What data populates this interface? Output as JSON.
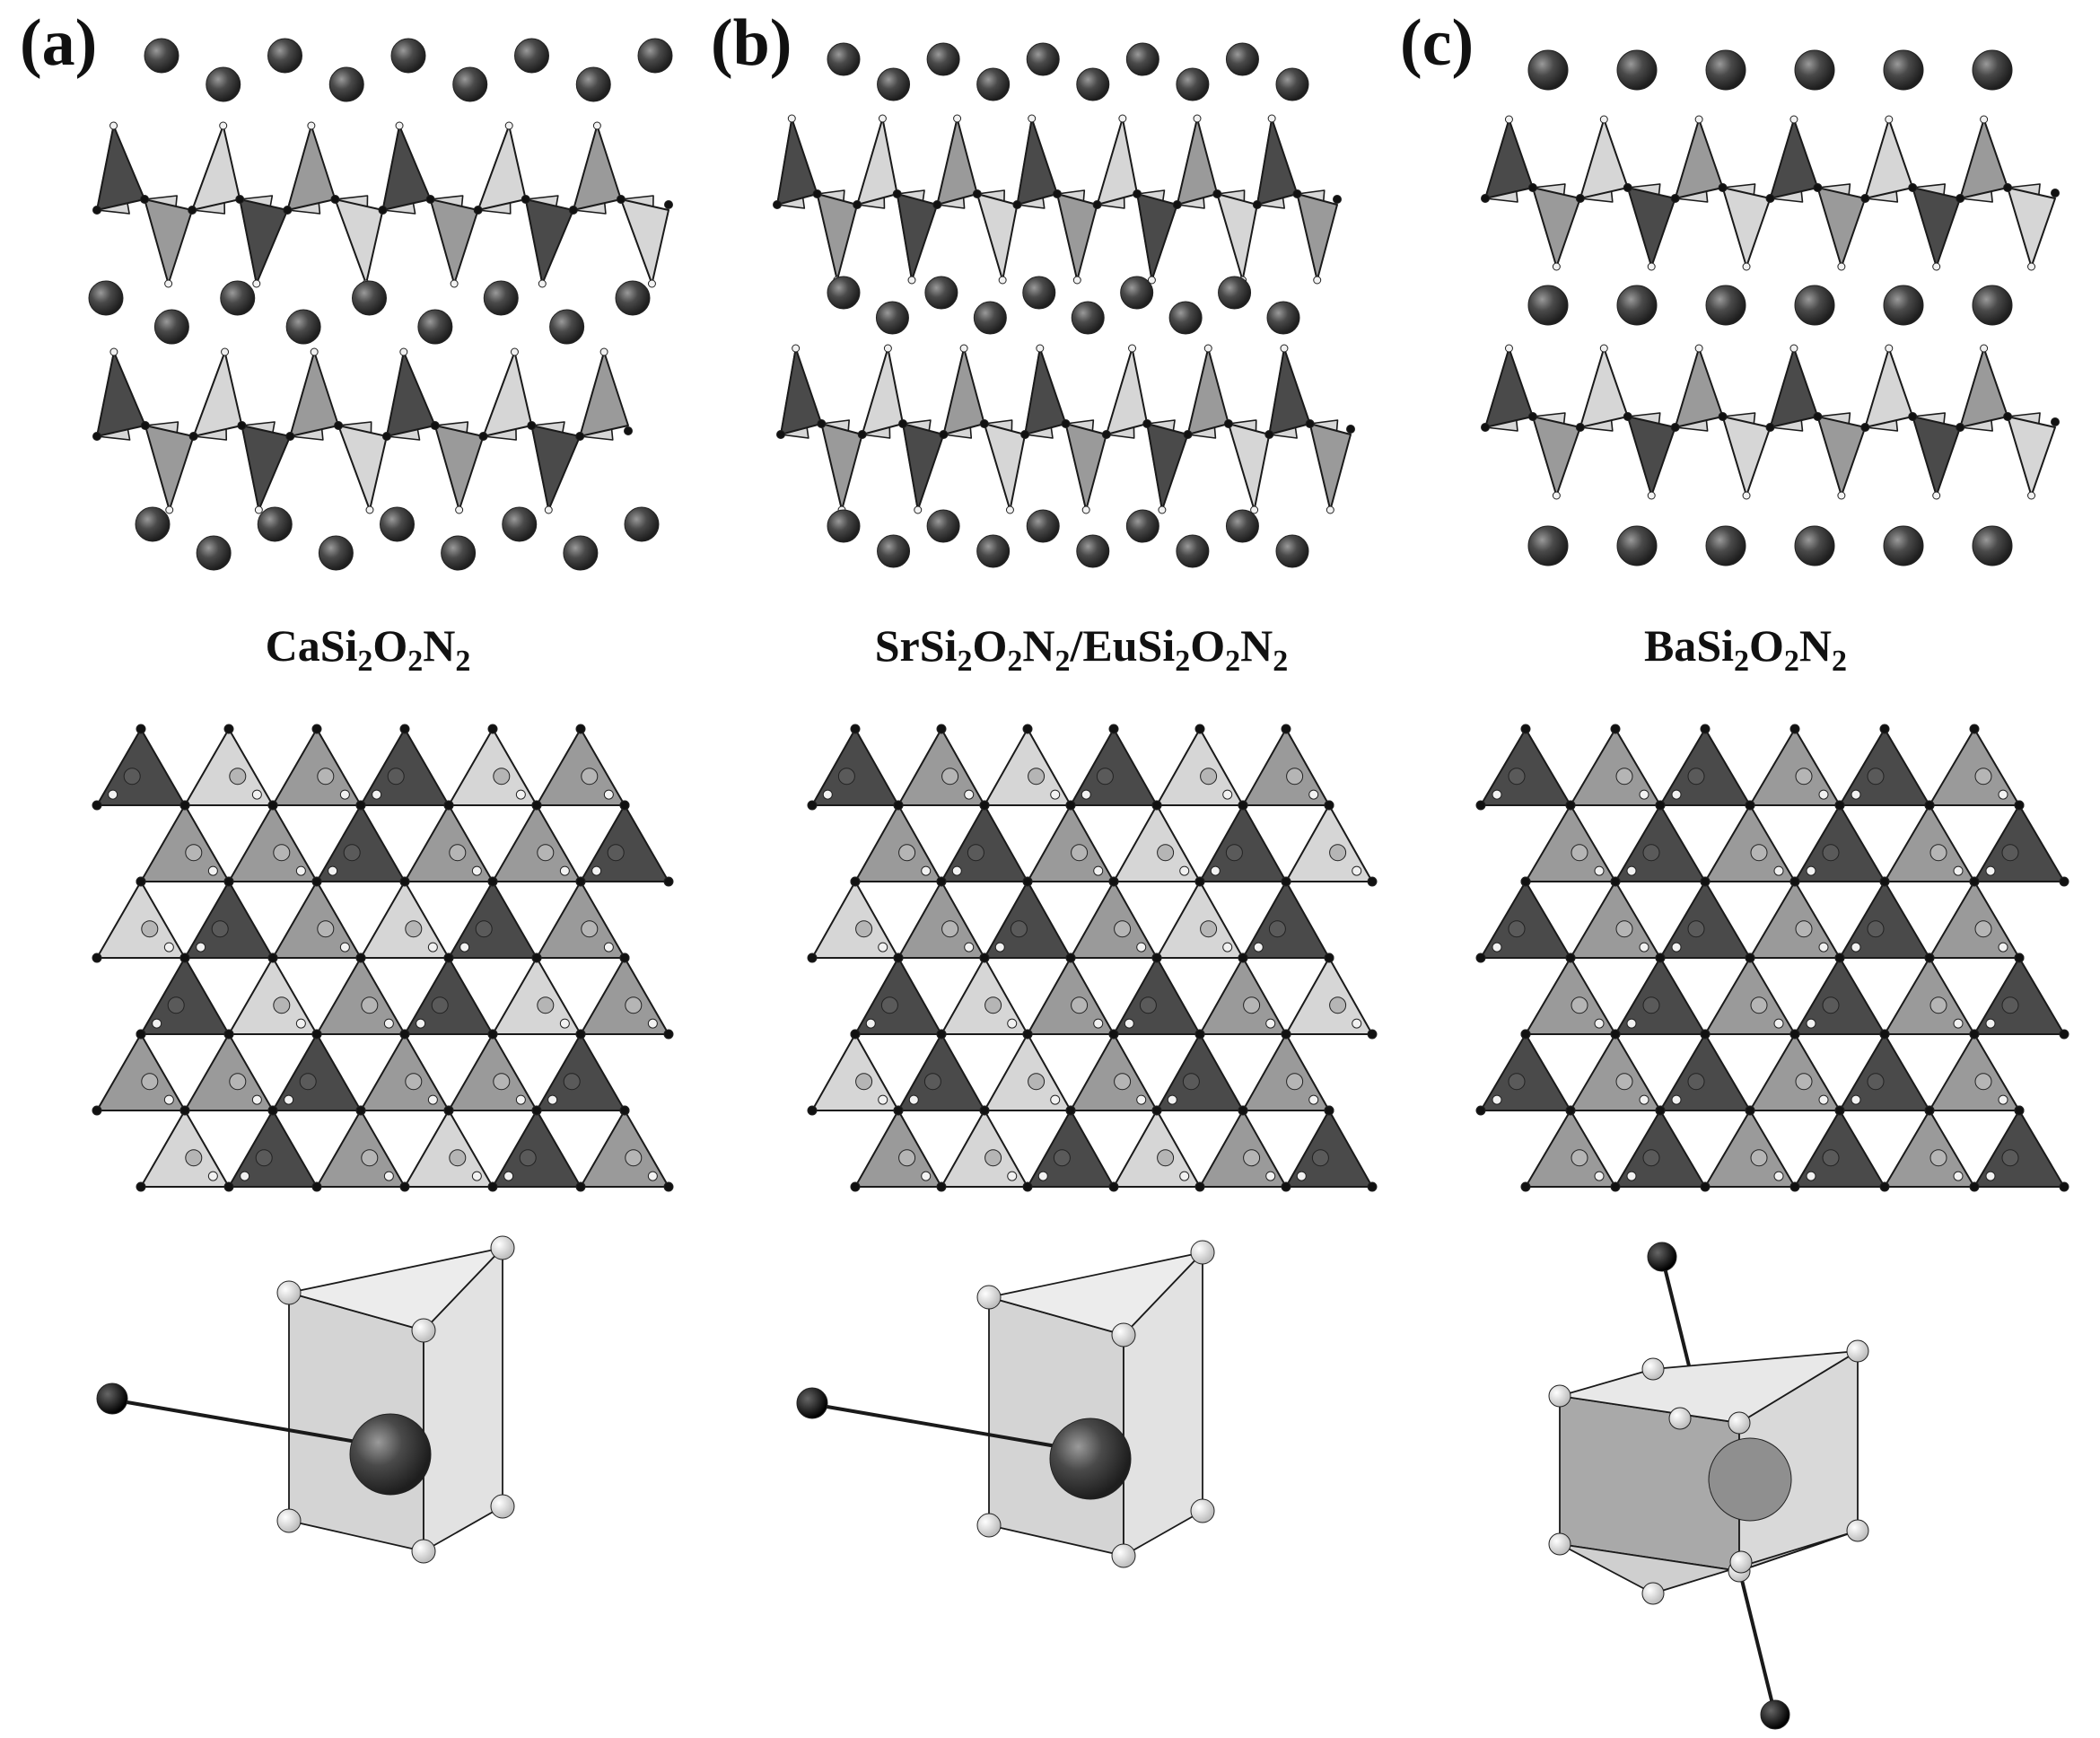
{
  "panels": [
    {
      "label": "(a)",
      "compound": [
        "Ca",
        "Si",
        "2",
        "O",
        "2",
        "N",
        "2"
      ]
    },
    {
      "label": "(b)",
      "compound": [
        "Sr",
        "Si",
        "2",
        "O",
        "2",
        "N",
        "2",
        "/Eu",
        "Si",
        "2",
        "O",
        "2",
        "N",
        "2"
      ]
    },
    {
      "label": "(c)",
      "compound": [
        "Ba",
        "Si",
        "2",
        "O",
        "2",
        "N",
        "2"
      ]
    }
  ],
  "colors": {
    "metal_sphere": "#3d3d3d",
    "tetra_dark": "#4a4a4a",
    "tetra_mid": "#9a9a9a",
    "tetra_light": "#d6d6d6",
    "polyhedron_face": "#d4d4d4",
    "node_black": "#111111",
    "node_white": "#f2f2f2"
  }
}
